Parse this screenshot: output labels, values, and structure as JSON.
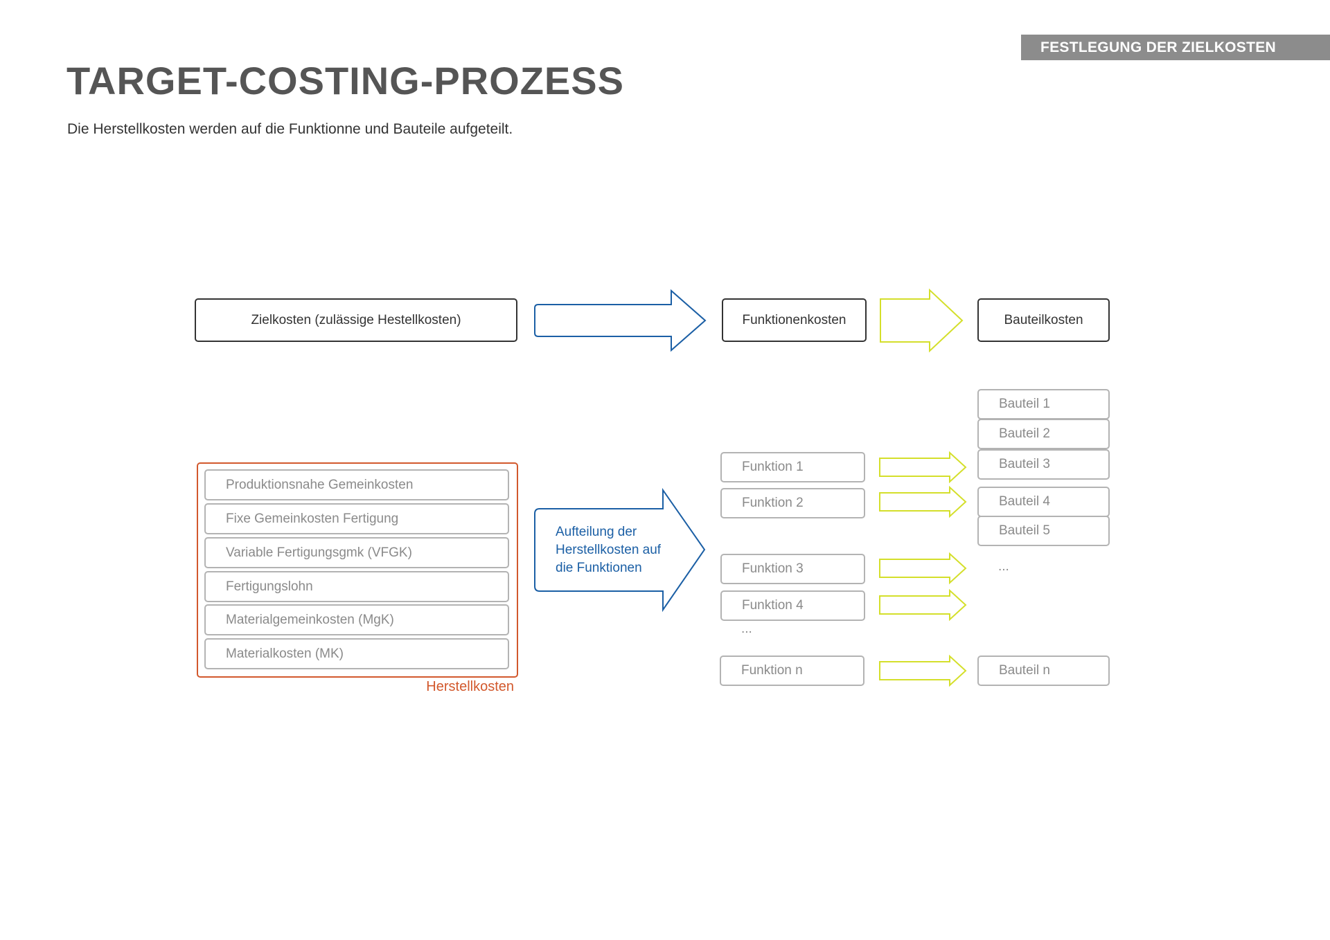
{
  "header": {
    "section_tag": "FESTLEGUNG DER ZIELKOSTEN",
    "title": "TARGET-COSTING-PROZESS",
    "subtitle": "Die Herstellkosten werden auf die Funktionne und Bauteile aufgeteilt."
  },
  "top_row": {
    "zielkosten": "Zielkosten (zulässige Hestellkosten)",
    "funktionenkosten": "Funktionenkosten",
    "bauteilkosten": "Bauteilkosten"
  },
  "herstellkosten": {
    "label": "Herstellkosten",
    "items": [
      "Produktionsnahe Gemeinkosten",
      "Fixe Gemeinkosten Fertigung",
      "Variable Fertigungsgmk (VFGK)",
      "Fertigungslohn",
      "Materialgemeinkosten (MgK)",
      "Materialkosten (MK)"
    ]
  },
  "allocation_arrow_label": "Aufteilung der\nHerstellkosten auf\ndie Funktionen",
  "funktionen": {
    "items": [
      "Funktion 1",
      "Funktion 2",
      "Funktion 3",
      "Funktion 4",
      "Funktion n"
    ],
    "ellipsis": "..."
  },
  "bauteile": {
    "items": [
      "Bauteil 1",
      "Bauteil 2",
      "Bauteil 3",
      "Bauteil 4",
      "Bauteil 5",
      "Bauteil n"
    ],
    "ellipsis": "..."
  },
  "colors": {
    "blue_arrow": "#1b5fa5",
    "yellow_arrow": "#d4df2a",
    "herstellkosten_frame": "#d2582c",
    "tag_background": "#8c8c8c",
    "title": "#555555"
  }
}
